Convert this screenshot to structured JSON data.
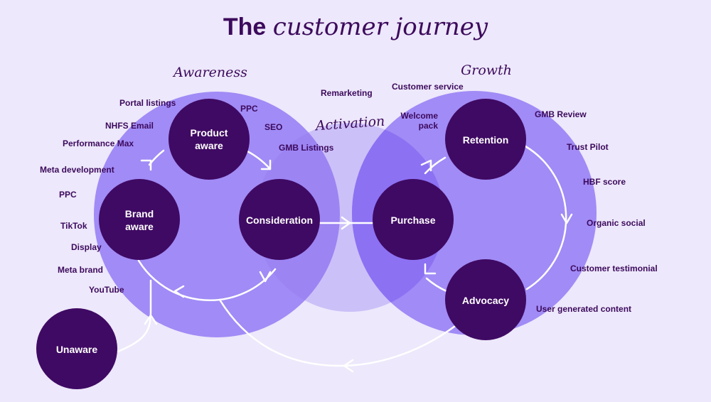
{
  "title": {
    "bold": "The",
    "italic": "customer journey"
  },
  "zones": {
    "awareness": "Awareness",
    "activation": "Activation",
    "growth": "Growth"
  },
  "nodes": {
    "product_aware": [
      "Product",
      "aware"
    ],
    "brand_aware": [
      "Brand",
      "aware"
    ],
    "consideration": "Consideration",
    "purchase": "Purchase",
    "retention": "Retention",
    "advocacy": "Advocacy",
    "unaware": "Unaware"
  },
  "channels": {
    "portal_listings": "Portal listings",
    "ppc_top": "PPC",
    "nhfs_email": "NHFS Email",
    "seo": "SEO",
    "performance_max": "Performance Max",
    "gmb_listings": "GMB Listings",
    "meta_development": "Meta development",
    "ppc_left": "PPC",
    "tiktok": "TikTok",
    "display": "Display",
    "meta_brand": "Meta brand",
    "youtube": "YouTube",
    "remarketing": "Remarketing",
    "customer_service": "Customer service",
    "welcome_pack": [
      "Welcome",
      "pack"
    ],
    "gmb_review": "GMB Review",
    "trust_pilot": "Trust Pilot",
    "hbf_score": "HBF score",
    "organic_social": "Organic social",
    "customer_testimonial": "Customer testimonial",
    "user_generated_content": "User generated content"
  },
  "colors": {
    "background": "#ede8fb",
    "big_circle": "#8f75f3",
    "activation_circle": "#c2b3f6",
    "node": "#3f0a63",
    "text_dark": "#3c0a5c",
    "arrow": "#ffffff"
  }
}
